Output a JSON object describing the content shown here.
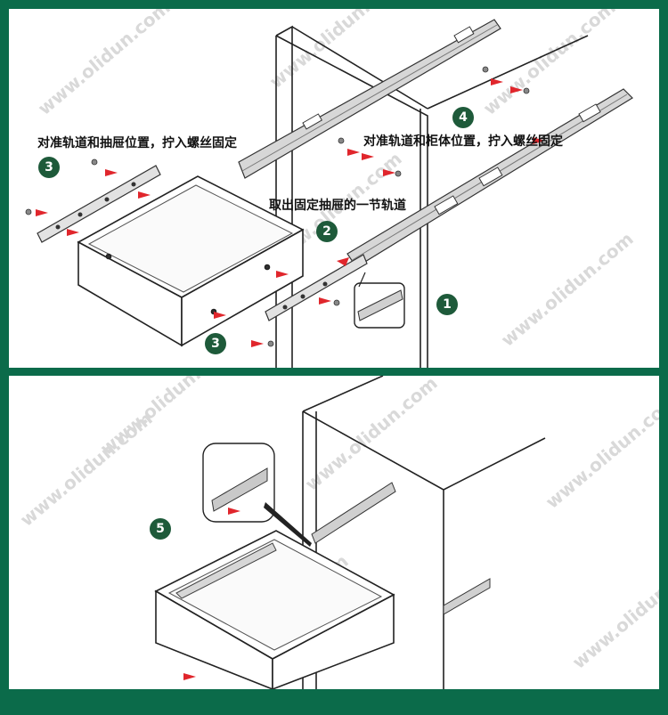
{
  "steps": {
    "step1": {
      "badge": "1"
    },
    "step2": {
      "badge": "2",
      "caption": "取出固定抽屉的一节轨道"
    },
    "step3a": {
      "badge": "3",
      "caption": "对准轨道和抽屉位置，拧入螺丝固定"
    },
    "step3b": {
      "badge": "3"
    },
    "step4": {
      "badge": "4",
      "caption": "对准轨道和柜体位置，拧入螺丝固定"
    },
    "step5": {
      "badge": "5"
    }
  },
  "watermark": "www.olidun.com",
  "colors": {
    "border": "#0b6b4a",
    "badge": "#1e5a3a",
    "arrow": "#e0262c",
    "line": "#222222"
  }
}
